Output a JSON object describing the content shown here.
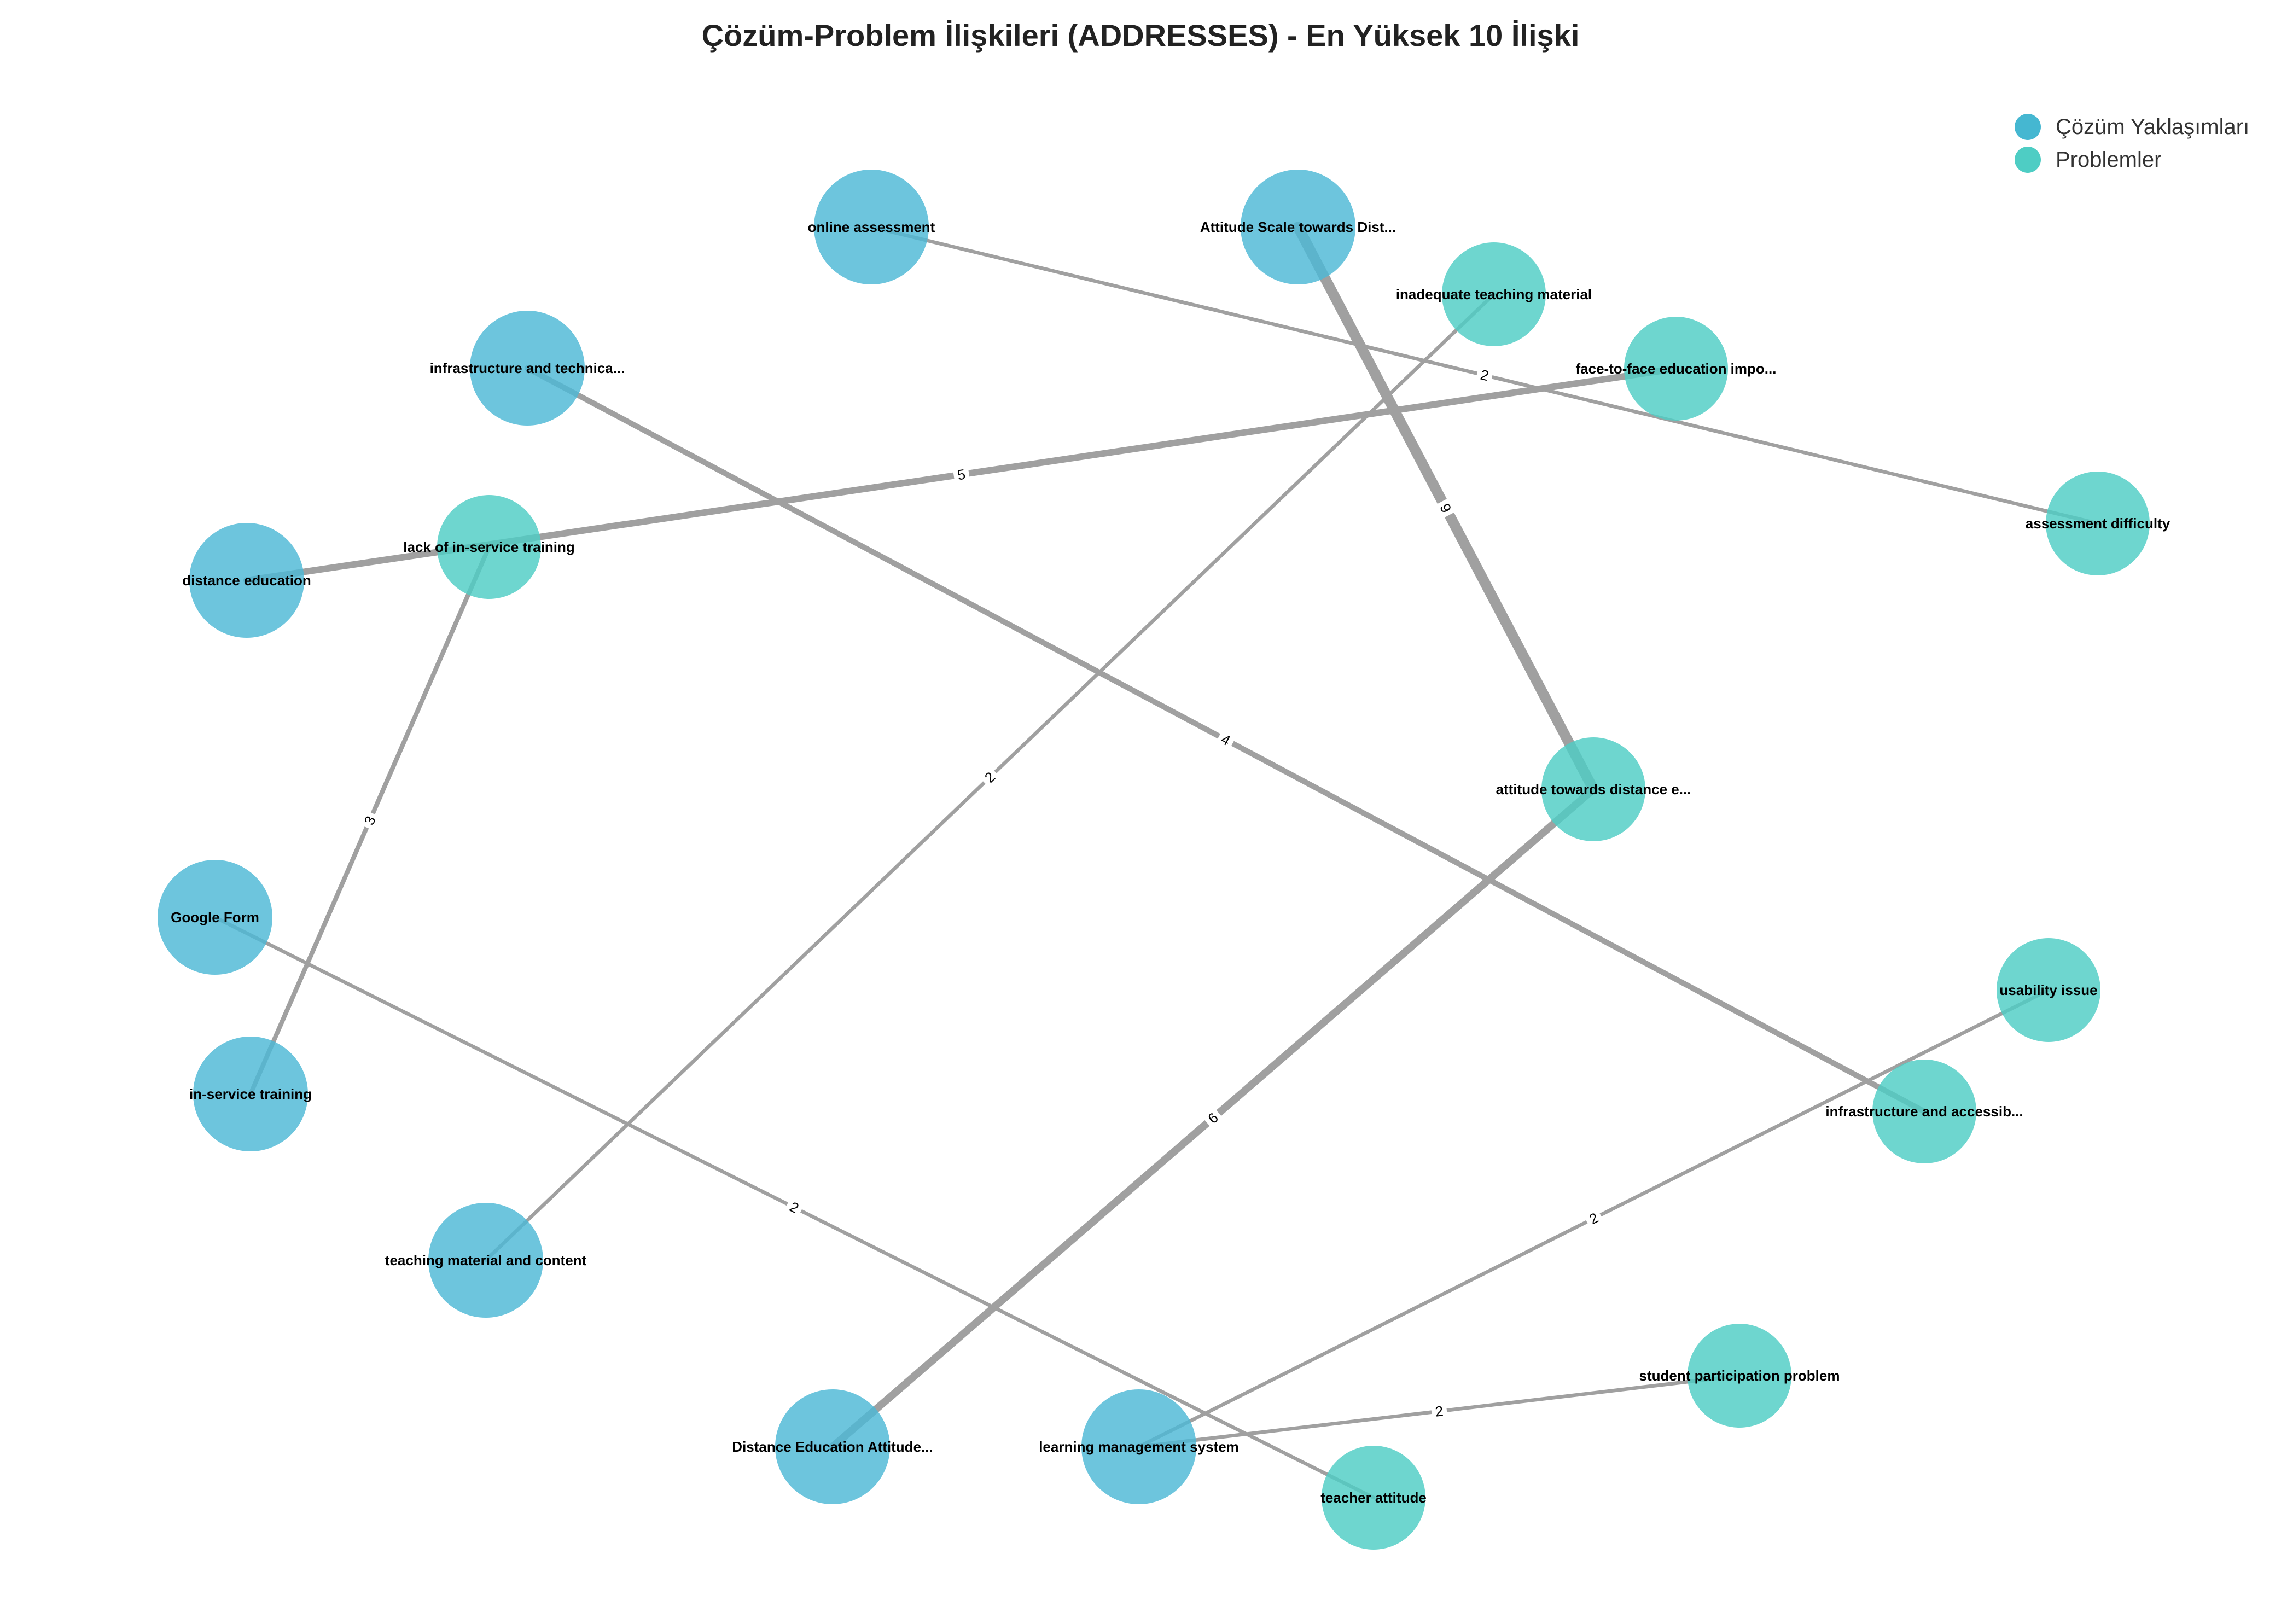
{
  "title": "Çözüm-Problem İlişkileri (ADDRESSES) - En Yüksek 10 İlişki",
  "colors": {
    "solution": "#4DB8D6",
    "problem": "#4ECDC4",
    "edge": "#A0A0A0",
    "legend_solution": "#45B7D1",
    "legend_problem": "#4ECDC4"
  },
  "legend": {
    "solution_label": "Çözüm Yaklaşımları",
    "problem_label": "Problemler"
  },
  "nodes": [
    {
      "id": "online_assessment",
      "label": "online assessment",
      "type": "solution"
    },
    {
      "id": "attitude_scale",
      "label": "Attitude Scale towards Dist...",
      "type": "solution"
    },
    {
      "id": "infrastructure_technical",
      "label": "infrastructure and technica...",
      "type": "solution"
    },
    {
      "id": "distance_education",
      "label": "distance education",
      "type": "solution"
    },
    {
      "id": "google_form",
      "label": "Google Form",
      "type": "solution"
    },
    {
      "id": "inservice_training",
      "label": "in-service training",
      "type": "solution"
    },
    {
      "id": "teaching_material_content",
      "label": "teaching material and content",
      "type": "solution"
    },
    {
      "id": "distance_edu_attitude",
      "label": "Distance Education Attitude...",
      "type": "solution"
    },
    {
      "id": "lms",
      "label": "learning management system",
      "type": "solution"
    },
    {
      "id": "inadequate_teaching_material",
      "label": "inadequate teaching material",
      "type": "problem"
    },
    {
      "id": "face_to_face",
      "label": "face-to-face education impo...",
      "type": "problem"
    },
    {
      "id": "lack_inservice",
      "label": "lack of in-service training",
      "type": "problem"
    },
    {
      "id": "assessment_difficulty",
      "label": "assessment difficulty",
      "type": "problem"
    },
    {
      "id": "attitude_towards_distance",
      "label": "attitude towards distance e...",
      "type": "problem"
    },
    {
      "id": "usability_issue",
      "label": "usability issue",
      "type": "problem"
    },
    {
      "id": "infrastructure_access",
      "label": "infrastructure and accessib...",
      "type": "problem"
    },
    {
      "id": "student_participation",
      "label": "student participation problem",
      "type": "problem"
    },
    {
      "id": "teacher_attitude",
      "label": "teacher attitude",
      "type": "problem"
    }
  ],
  "edges": [
    {
      "source": "attitude_scale",
      "target": "attitude_towards_distance",
      "weight": 9,
      "label": "9"
    },
    {
      "source": "distance_edu_attitude",
      "target": "attitude_towards_distance",
      "weight": 6,
      "label": "6"
    },
    {
      "source": "distance_education",
      "target": "face_to_face",
      "weight": 5,
      "label": "5"
    },
    {
      "source": "infrastructure_technical",
      "target": "infrastructure_access",
      "weight": 4,
      "label": "4"
    },
    {
      "source": "inservice_training",
      "target": "lack_inservice",
      "weight": 3,
      "label": "3"
    },
    {
      "source": "online_assessment",
      "target": "assessment_difficulty",
      "weight": 2,
      "label": "2"
    },
    {
      "source": "teaching_material_content",
      "target": "inadequate_teaching_material",
      "weight": 2,
      "label": "2"
    },
    {
      "source": "google_form",
      "target": "teacher_attitude",
      "weight": 2,
      "label": "2"
    },
    {
      "source": "lms",
      "target": "usability_issue",
      "weight": 2,
      "label": "2"
    },
    {
      "source": "lms",
      "target": "student_participation",
      "weight": 2,
      "label": "2"
    }
  ]
}
